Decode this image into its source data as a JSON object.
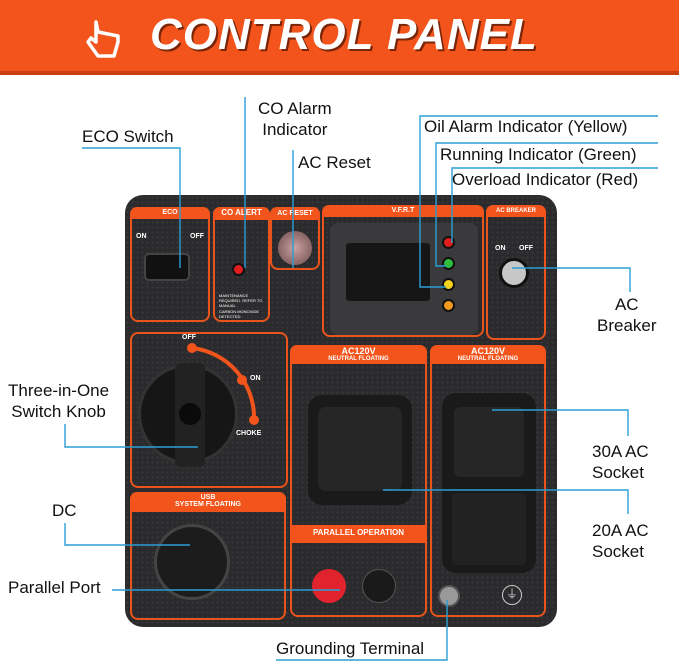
{
  "header": {
    "title": "CONTROL PANEL",
    "icon": "hand-pointer-icon"
  },
  "panel": {
    "eco": {
      "title": "ECO",
      "on": "ON",
      "off": "OFF"
    },
    "co_alert": {
      "title": "CO ALERT",
      "legend1": "MAINTENANCE REQUIRED. REFER TO MANUAL",
      "legend2": "CARBON MONOXIDE DETECTED"
    },
    "ac_reset": {
      "title": "AC RESET"
    },
    "vfrt": {
      "title": "V.F.R.T",
      "led_colors": [
        "#e21d1d",
        "#2fbf3a",
        "#f2d21b",
        "#f29a1b"
      ]
    },
    "ac_breaker": {
      "title": "AC BREAKER",
      "on": "ON",
      "off": "OFF"
    },
    "knob": {
      "off": "OFF",
      "on": "ON",
      "choke": "CHOKE"
    },
    "usb": {
      "title": "USB",
      "subtitle": "SYSTEM FLOATING"
    },
    "socket_left": {
      "title": "AC120V",
      "subtitle": "NEUTRAL FLOATING"
    },
    "socket_right": {
      "title": "AC120V",
      "subtitle": "NEUTRAL FLOATING"
    },
    "parallel": {
      "title": "PARALLEL OPERATION"
    }
  },
  "callouts": {
    "eco_switch": "ECO Switch",
    "co_alarm": [
      "CO Alarm",
      "Indicator"
    ],
    "ac_reset": "AC Reset",
    "oil_alarm": "Oil Alarm Indicator (Yellow)",
    "running": "Running Indicator (Green)",
    "overload": "Overload Indicator (Red)",
    "ac_breaker": [
      "AC",
      "Breaker"
    ],
    "knob": [
      "Three-in-One",
      "Switch Knob"
    ],
    "socket_30a": [
      "30A AC",
      "Socket"
    ],
    "socket_20a": [
      "20A AC",
      "Socket"
    ],
    "dc": "DC",
    "parallel_port": "Parallel Port",
    "grounding": "Grounding Terminal"
  },
  "colors": {
    "accent": "#f2541b",
    "leader": "#2a9fd6",
    "panel": "#2b2b2d"
  }
}
